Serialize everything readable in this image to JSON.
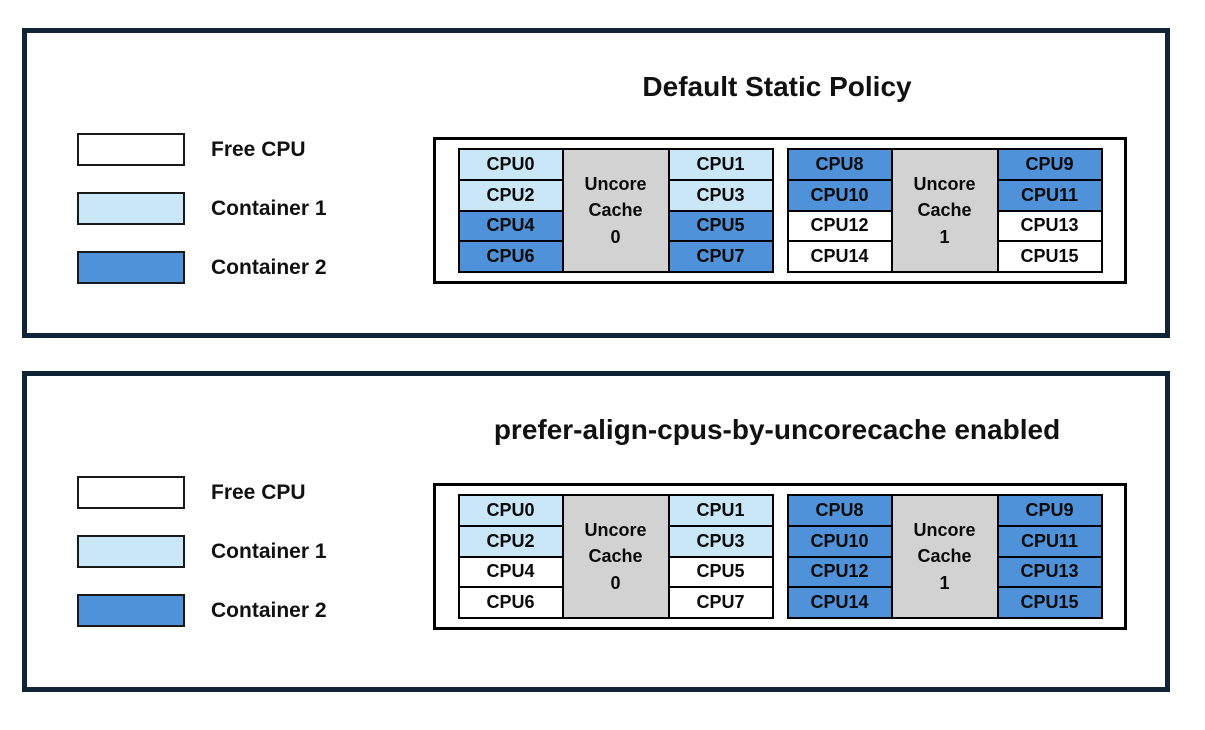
{
  "colors": {
    "free": "#ffffff",
    "container1": "#c9e7f6",
    "container2": "#4f92da",
    "uncore_cache_fill": "#d2d2d2",
    "panel_border": "#0f2537",
    "cell_border": "#000000"
  },
  "legend": [
    {
      "label": "Free CPU",
      "state": "free"
    },
    {
      "label": "Container 1",
      "state": "container1"
    },
    {
      "label": "Container 2",
      "state": "container2"
    }
  ],
  "panels": [
    {
      "title": "Default Static Policy",
      "blocks": [
        {
          "cache_lines": [
            "Uncore",
            "Cache",
            "0"
          ],
          "left_cpus": [
            {
              "label": "CPU0",
              "state": "container1"
            },
            {
              "label": "CPU2",
              "state": "container1"
            },
            {
              "label": "CPU4",
              "state": "container2"
            },
            {
              "label": "CPU6",
              "state": "container2"
            }
          ],
          "right_cpus": [
            {
              "label": "CPU1",
              "state": "container1"
            },
            {
              "label": "CPU3",
              "state": "container1"
            },
            {
              "label": "CPU5",
              "state": "container2"
            },
            {
              "label": "CPU7",
              "state": "container2"
            }
          ]
        },
        {
          "cache_lines": [
            "Uncore",
            "Cache",
            "1"
          ],
          "left_cpus": [
            {
              "label": "CPU8",
              "state": "container2"
            },
            {
              "label": "CPU10",
              "state": "container2"
            },
            {
              "label": "CPU12",
              "state": "free"
            },
            {
              "label": "CPU14",
              "state": "free"
            }
          ],
          "right_cpus": [
            {
              "label": "CPU9",
              "state": "container2"
            },
            {
              "label": "CPU11",
              "state": "container2"
            },
            {
              "label": "CPU13",
              "state": "free"
            },
            {
              "label": "CPU15",
              "state": "free"
            }
          ]
        }
      ]
    },
    {
      "title": "prefer-align-cpus-by-uncorecache enabled",
      "blocks": [
        {
          "cache_lines": [
            "Uncore",
            "Cache",
            "0"
          ],
          "left_cpus": [
            {
              "label": "CPU0",
              "state": "container1"
            },
            {
              "label": "CPU2",
              "state": "container1"
            },
            {
              "label": "CPU4",
              "state": "free"
            },
            {
              "label": "CPU6",
              "state": "free"
            }
          ],
          "right_cpus": [
            {
              "label": "CPU1",
              "state": "container1"
            },
            {
              "label": "CPU3",
              "state": "container1"
            },
            {
              "label": "CPU5",
              "state": "free"
            },
            {
              "label": "CPU7",
              "state": "free"
            }
          ]
        },
        {
          "cache_lines": [
            "Uncore",
            "Cache",
            "1"
          ],
          "left_cpus": [
            {
              "label": "CPU8",
              "state": "container2"
            },
            {
              "label": "CPU10",
              "state": "container2"
            },
            {
              "label": "CPU12",
              "state": "container2"
            },
            {
              "label": "CPU14",
              "state": "container2"
            }
          ],
          "right_cpus": [
            {
              "label": "CPU9",
              "state": "container2"
            },
            {
              "label": "CPU11",
              "state": "container2"
            },
            {
              "label": "CPU13",
              "state": "container2"
            },
            {
              "label": "CPU15",
              "state": "container2"
            }
          ]
        }
      ]
    }
  ]
}
